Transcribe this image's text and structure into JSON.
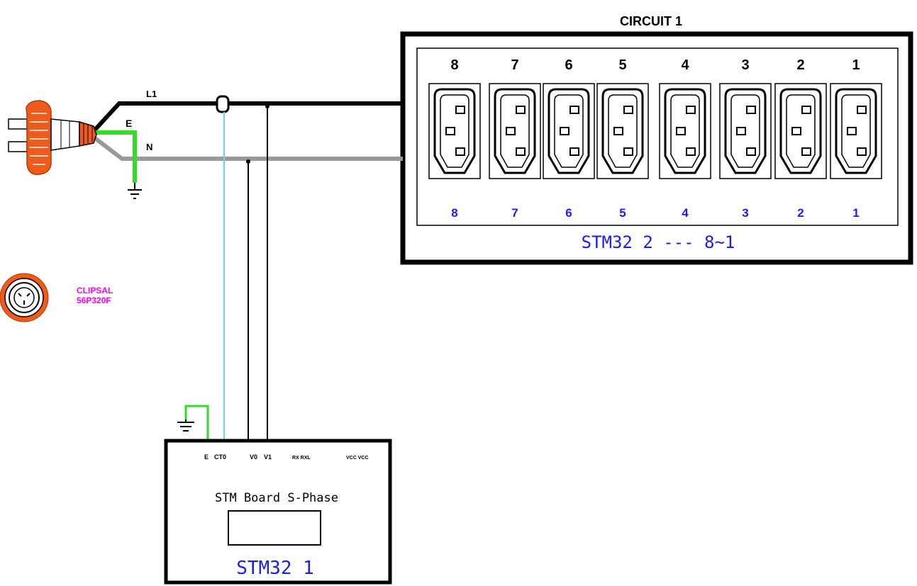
{
  "pdu": {
    "title": "CIRCUIT 1",
    "footer": "STM32 2 --- 8~1",
    "outlets": [
      {
        "top": "8",
        "bottom": "8"
      },
      {
        "top": "7",
        "bottom": "7"
      },
      {
        "top": "6",
        "bottom": "6"
      },
      {
        "top": "5",
        "bottom": "5"
      },
      {
        "top": "4",
        "bottom": "4"
      },
      {
        "top": "3",
        "bottom": "3"
      },
      {
        "top": "2",
        "bottom": "2"
      },
      {
        "top": "1",
        "bottom": "1"
      }
    ]
  },
  "wires": {
    "l1": "L1",
    "e": "E",
    "n": "N"
  },
  "socket_label": {
    "line1": "CLIPSAL",
    "line2": "56P320F"
  },
  "board": {
    "pins": {
      "e": "E",
      "ct": "CT0",
      "v0": "V0",
      "v1": "V1",
      "rx": "RX RXL",
      "vcc": "VCC VCC"
    },
    "title": "STM Board S-Phase",
    "name": "STM32 1"
  },
  "colors": {
    "frame": "#000000",
    "live_wire": "#000000",
    "neutral_wire": "#999999",
    "earth_wire": "#33dd22",
    "ct_wire": "#66dddd",
    "plug": "#f05a1a",
    "blue_text": "#1a1aff",
    "magenta_text": "#ff00ff"
  }
}
